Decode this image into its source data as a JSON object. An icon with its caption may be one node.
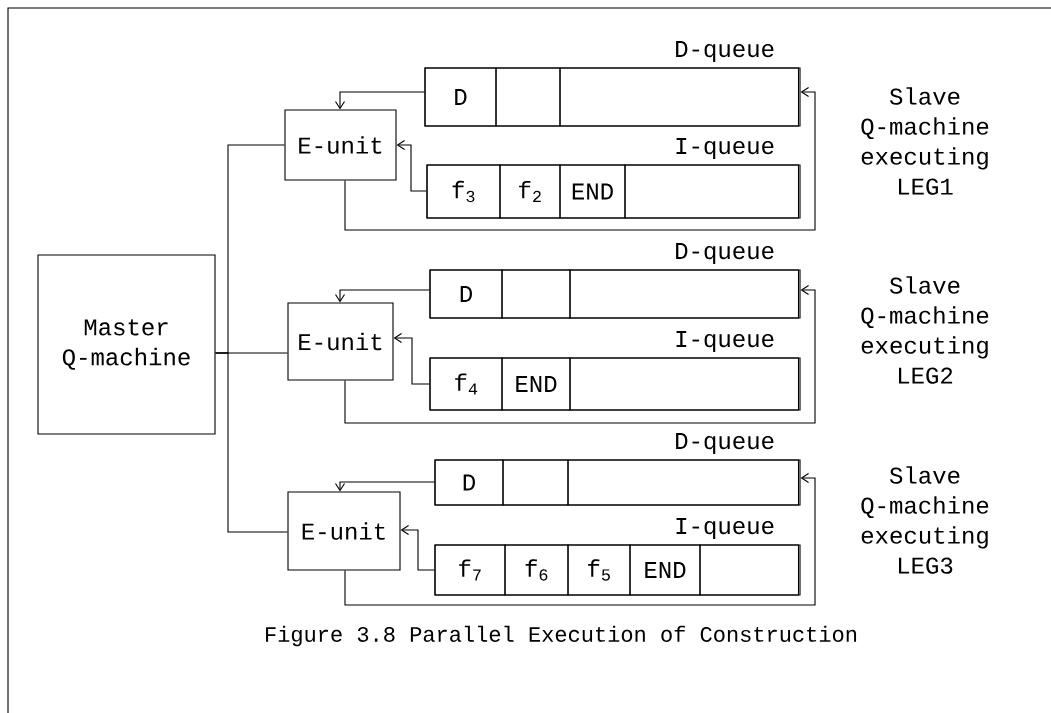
{
  "diagram": {
    "caption": "Figure 3.8  Parallel Execution of Construction",
    "nodes": [
      {
        "text": [
          "Master Q-machine"
        ]
      },
      {
        "text": [
          "E-unit"
        ]
      },
      {
        "text": [
          "D-queue"
        ]
      },
      {
        "text": [
          "D"
        ],
        "in": 2
      },
      {
        "text": [],
        "shape": "box",
        "in": 2
      },
      {
        "text": [],
        "shape": "box",
        "in": 2
      },
      {
        "text": [
          "I-queue"
        ]
      },
      {
        "text": [
          "f$_{3}$"
        ],
        "in": 6
      },
      {
        "text": [
          "f$_{2}$"
        ],
        "in": 6
      },
      {
        "text": [
          "END"
        ],
        "in": 6
      },
      {
        "text": [],
        "shape": "box",
        "in": 6
      },
      {
        "text": [
          "E-unit"
        ]
      },
      {
        "text": [
          "D-queue"
        ]
      },
      {
        "text": [
          "D"
        ],
        "in": 12
      },
      {
        "text": [],
        "shape": "box",
        "in": 12
      },
      {
        "text": [],
        "shape": "box",
        "in": 12
      },
      {
        "text": [
          "I-queue"
        ]
      },
      {
        "text": [
          "f$_{4}$"
        ],
        "in": 16
      },
      {
        "text": [
          "END"
        ],
        "in": 16
      },
      {
        "text": [],
        "shape": "box",
        "in": 16
      },
      {
        "text": [
          "E-unit"
        ]
      },
      {
        "text": [
          "D-queue"
        ]
      },
      {
        "text": [
          "D"
        ],
        "in": 21
      },
      {
        "text": [],
        "shape": "box",
        "in": 21
      },
      {
        "text": [],
        "shape": "box",
        "in": 21
      },
      {
        "text": [
          "I-queue"
        ]
      },
      {
        "text": [
          "f$_{7}$"
        ],
        "in": 25
      },
      {
        "text": [
          "f$_{6}$"
        ],
        "in": 25
      },
      {
        "text": [
          "f$_{5}$"
        ],
        "in": 25
      },
      {
        "text": [
          "END"
        ],
        "in": 25
      },
      {
        "text": [],
        "shape": "box",
        "in": 25
      }
    ],
    "edges": [
      {
        "from": 0,
        "to": 1,
        "arrow": "none"
      },
      {
        "from": 0,
        "to": 11,
        "arrow": "none"
      },
      {
        "from": 0,
        "to": 20,
        "arrow": "none"
      },
      {
        "from": 3,
        "to": 1,
        "arrow": "to"
      },
      {
        "from": 7,
        "to": 1,
        "arrow": "to"
      },
      {
        "from": 1,
        "to": 2,
        "arrow": "to"
      },
      {
        "from": 13,
        "to": 11,
        "arrow": "to"
      },
      {
        "from": 17,
        "to": 11,
        "arrow": "to"
      },
      {
        "from": 11,
        "to": 12,
        "arrow": "to"
      },
      {
        "from": 22,
        "to": 20,
        "arrow": "to"
      },
      {
        "from": 26,
        "to": 20,
        "arrow": "to"
      },
      {
        "from": 20,
        "to": 21,
        "arrow": "to"
      }
    ],
    "labels": [
      "Slave Q-machine executing LEG1",
      "Slave Q-machine executing LEG2",
      "Slave Q-machine executing LEG3"
    ]
  }
}
